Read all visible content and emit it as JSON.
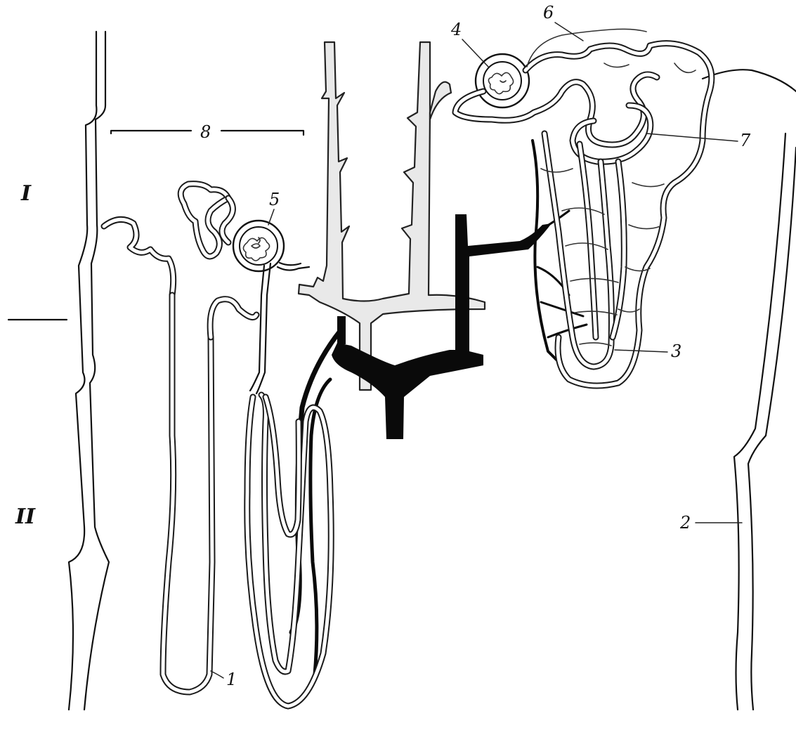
{
  "zones": {
    "cortex": "I",
    "medulla": "II"
  },
  "labels": {
    "l1": "1",
    "l2": "2",
    "l3": "3",
    "l4": "4",
    "l5": "5",
    "l6": "6",
    "l7": "7",
    "l8": "8"
  }
}
